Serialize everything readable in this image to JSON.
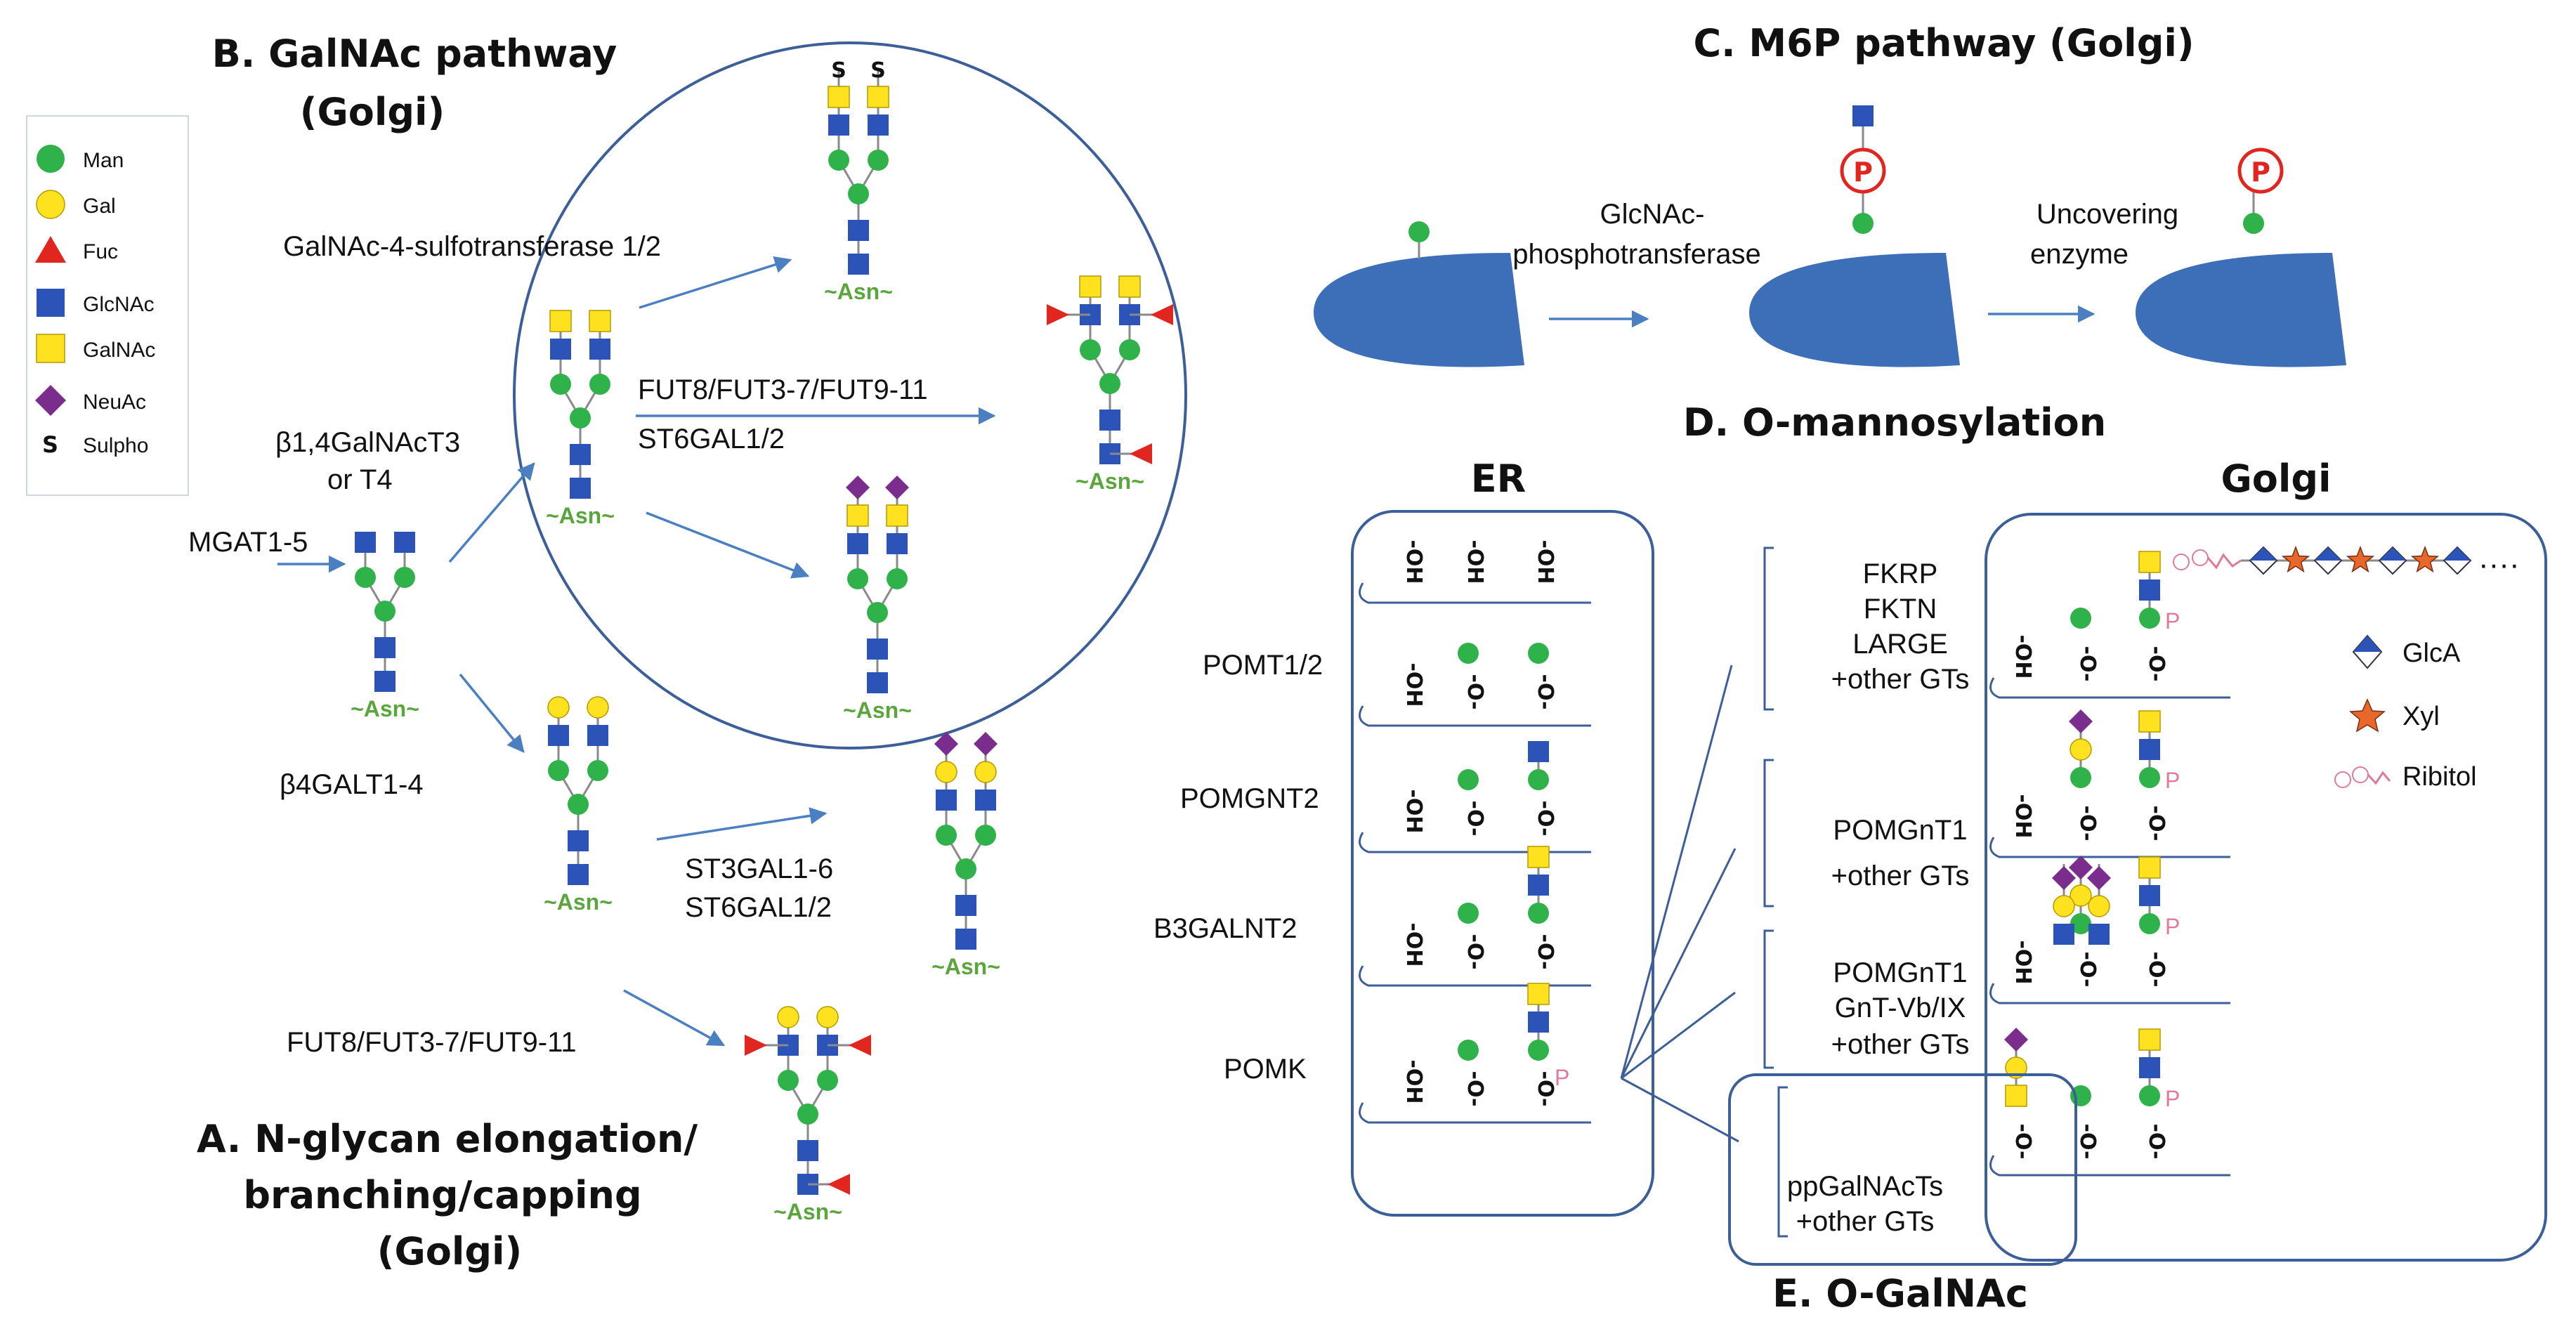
{
  "colors": {
    "man": "#2fb24a",
    "gal": "#ffe21f",
    "fuc": "#e0261f",
    "glcnac": "#2b53b8",
    "galnac": "#ffe21f",
    "neuac": "#7b2d8e",
    "arrow": "#4a7fc1",
    "protein": "#3d6eb8",
    "box_border": "#3c5f9a",
    "phosphate": "#e0261f",
    "asn_text": "#5aa63c"
  },
  "legend": {
    "items": [
      {
        "label": "Man",
        "icon": "green-circle"
      },
      {
        "label": "Gal",
        "icon": "yellow-circle"
      },
      {
        "label": "Fuc",
        "icon": "red-triangle"
      },
      {
        "label": "GlcNAc",
        "icon": "blue-square"
      },
      {
        "label": "GalNAc",
        "icon": "yellow-square"
      },
      {
        "label": "NeuAc",
        "icon": "purple-diamond"
      },
      {
        "label": "Sulpho",
        "icon": "S-letter"
      }
    ],
    "sulpho_symbol": "S"
  },
  "panel_b": {
    "title_line1": "B. GalNAc pathway",
    "title_line2": "(Golgi)",
    "enzyme_galnac": "β1,4GalNAcT3",
    "enzyme_galnac2": "or T4",
    "enzyme_sulfo": "GalNAc-4-sulfotransferase 1/2",
    "enzyme_fut": "FUT8/FUT3-7/FUT9-11",
    "enzyme_st6": "ST6GAL1/2"
  },
  "panel_a": {
    "start_enzyme": "MGAT1-5",
    "enzyme_gal": "β4GALT1-4",
    "enzyme_st3": "ST3GAL1-6",
    "enzyme_st6": "ST6GAL1/2",
    "enzyme_fut": "FUT8/FUT3-7/FUT9-11",
    "title_line1": "A.   N-glycan elongation/",
    "title_line2": "branching/capping",
    "title_line3": "(Golgi)"
  },
  "asn_label": "~Asn~",
  "panel_c": {
    "title": "C. M6P pathway (Golgi)",
    "enzyme1_line1": "GlcNAc-",
    "enzyme1_line2": "phosphotransferase",
    "enzyme2_line1": "Uncovering",
    "enzyme2_line2": "enzyme",
    "phosphate": "P"
  },
  "panel_d": {
    "title": "D. O-mannosylation",
    "er_label": "ER",
    "golgi_label": "Golgi",
    "er_enzymes": [
      "POMT1/2",
      "POMGNT2",
      "B3GALNT2",
      "POMK"
    ],
    "golgi_enzymes": [
      [
        "FKRP",
        "FKTN",
        "LARGE",
        "+other GTs"
      ],
      [
        "POMGnT1",
        "+other GTs"
      ],
      [
        "POMGnT1",
        "GnT-Vb/IX",
        "+other GTs"
      ]
    ],
    "oh_label": "-OH",
    "o_label": "-O-",
    "phospho_mark": "P",
    "legend2": [
      {
        "label": "GlcA",
        "icon": "half-diamond"
      },
      {
        "label": "Xyl",
        "icon": "orange-star"
      },
      {
        "label": "Ribitol",
        "icon": "ribitol-chain"
      }
    ],
    "ribitol_p": "P",
    "chain_dots": "····"
  },
  "panel_e": {
    "title": "E. O-GalNAc",
    "enzyme_lines": [
      "ppGalNAcTs",
      "+other GTs"
    ]
  }
}
